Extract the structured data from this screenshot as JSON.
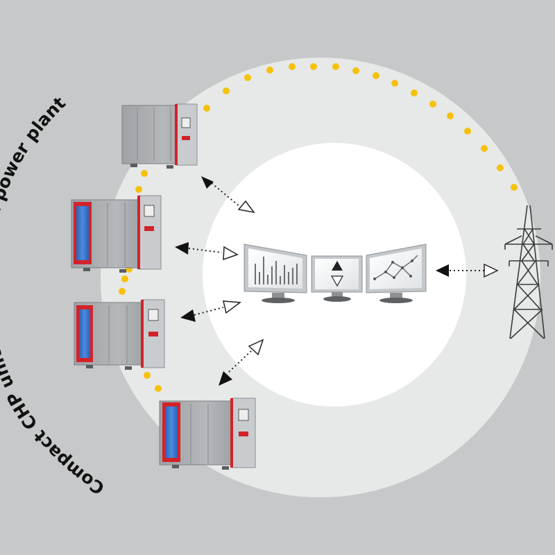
{
  "diagram": {
    "title": "Compact CHP units in the virtual power plant",
    "colors": {
      "background": "#c6c8c9",
      "outer_circle": "#e7e8e8",
      "inner_circle": "#ffffff",
      "dot_path": "#f5c20a",
      "unit_body": "#a6aaad",
      "unit_accent": "#d2232a",
      "unit_window": "#2f6fc4",
      "monitor_frame": "#bfc3c6",
      "pylon": "#3a3a3a"
    },
    "nodes": {
      "chp_units": [
        "chp-unit-1",
        "chp-unit-2",
        "chp-unit-3",
        "chp-unit-4"
      ],
      "control_center": [
        "monitor-chart-icon",
        "monitor-updown-icon",
        "monitor-network-icon"
      ],
      "grid": "power-pylon-icon"
    },
    "connections": [
      {
        "from": "control-center",
        "to": "chp-unit-1",
        "style": "dotted-bidirectional"
      },
      {
        "from": "control-center",
        "to": "chp-unit-2",
        "style": "dotted-bidirectional"
      },
      {
        "from": "control-center",
        "to": "chp-unit-3",
        "style": "dotted-bidirectional"
      },
      {
        "from": "control-center",
        "to": "chp-unit-4",
        "style": "dotted-bidirectional"
      },
      {
        "from": "control-center",
        "to": "power-grid",
        "style": "dotted-bidirectional"
      }
    ]
  }
}
